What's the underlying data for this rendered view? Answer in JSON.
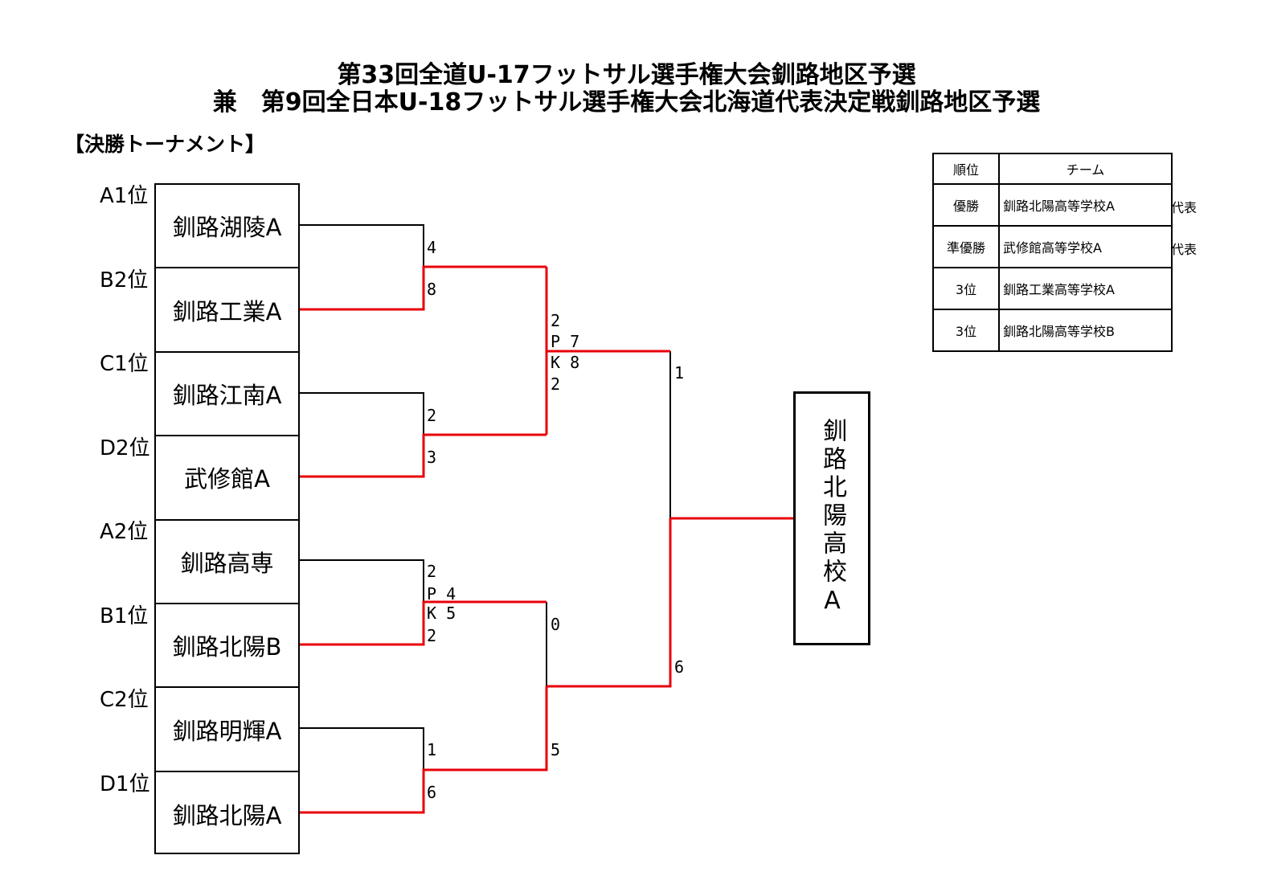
{
  "title": {
    "line1": "第33回全道U-17フットサル選手権大会釧路地区予選",
    "line2": "兼　第9回全日本U-18フットサル選手権大会北海道代表決定戦釧路地区予選"
  },
  "section_label": "【決勝トーナメント】",
  "seeds": [
    "A1位",
    "B2位",
    "C1位",
    "D2位",
    "A2位",
    "B1位",
    "C2位",
    "D1位"
  ],
  "teams": [
    "釧路湖陵A",
    "釧路工業A",
    "釧路江南A",
    "武修館A",
    "釧路高専",
    "釧路北陽B",
    "釧路明輝A",
    "釧路北陽A"
  ],
  "scores": {
    "r1_m1": [
      "4",
      "8"
    ],
    "r1_m2": [
      "2",
      "3"
    ],
    "r1_m3": [
      "2",
      "P 4",
      "K 5",
      "2"
    ],
    "r1_m4": [
      "1",
      "6"
    ],
    "sf_top": [
      "2",
      "P 7",
      "K 8",
      "2"
    ],
    "sf_bottom": [
      "0",
      "5"
    ],
    "final": [
      "1",
      "6"
    ]
  },
  "champion": "釧路北陽高校A",
  "results_table": {
    "headers": [
      "順位",
      "チーム"
    ],
    "rows": [
      {
        "rank": "優勝",
        "team": "釧路北陽高等学校A",
        "note": "代表"
      },
      {
        "rank": "準優勝",
        "team": "武修館高等学校A",
        "note": "代表"
      },
      {
        "rank": "3位",
        "team": "釧路工業高等学校A",
        "note": ""
      },
      {
        "rank": "3位",
        "team": "釧路北陽高等学校B",
        "note": ""
      }
    ]
  },
  "colors": {
    "winner_line": "#e8000b",
    "line": "#000000"
  }
}
